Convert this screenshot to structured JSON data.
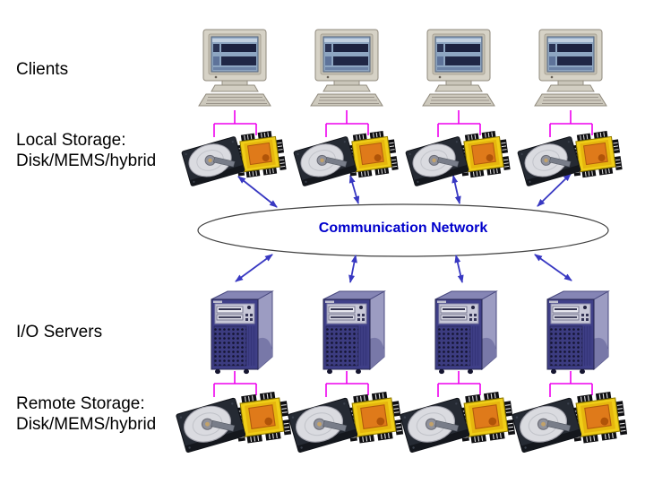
{
  "labels": {
    "clients": "Clients",
    "local_storage": {
      "line1": "Local Storage:",
      "line2": "Disk/MEMS/hybrid"
    },
    "io_servers": "I/O Servers",
    "remote_storage": {
      "line1": "Remote Storage:",
      "line2": "Disk/MEMS/hybrid"
    }
  },
  "network": {
    "label": "Communication Network"
  },
  "counts": {
    "clients": 4,
    "local_storage_pairs": 4,
    "io_servers": 4,
    "remote_storage_pairs": 4
  },
  "colors": {
    "connector_magenta": "#ee00ee",
    "arrow_blue": "#3838c2",
    "network_text": "#0000cc",
    "label_text": "#000000",
    "ellipse_stroke": "#404040",
    "background": "#ffffff"
  },
  "icons": {
    "client": "crt-monitor-with-keyboard-icon",
    "local_storage": "hard-disk-and-mems-chip-icon",
    "server": "tower-server-icon",
    "remote_storage": "hard-disk-and-mems-chip-icon",
    "network": "communication-network-ellipse"
  }
}
